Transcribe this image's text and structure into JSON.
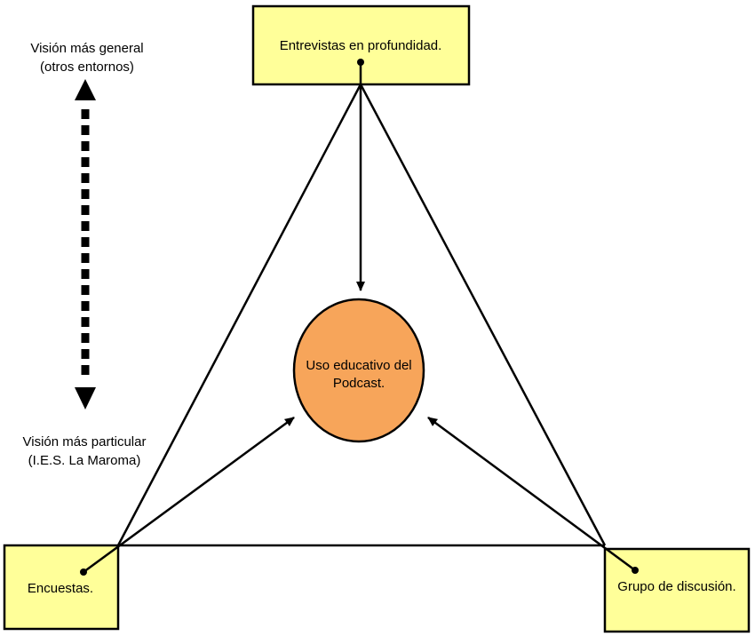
{
  "colors": {
    "box_fill": "#ffff99",
    "circle_fill": "#f7a55a",
    "stroke": "#000000",
    "background": "#ffffff"
  },
  "nodes": {
    "top": {
      "label": "Entrevistas en profundidad."
    },
    "left": {
      "label": "Encuestas."
    },
    "right": {
      "label": "Grupo de discusión."
    },
    "center": {
      "line1": "Uso educativo del",
      "line2": "Podcast."
    }
  },
  "scale": {
    "top_line1": "Visión más general",
    "top_line2": "(otros entornos)",
    "bottom_line1": "Visión más particular",
    "bottom_line2": "(I.E.S. La Maroma)",
    "arrow_icon": "double-headed-dashed-arrow-icon"
  }
}
